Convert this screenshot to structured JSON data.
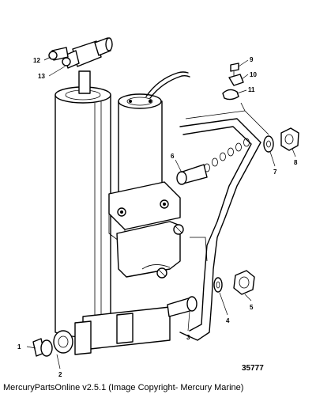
{
  "diagram": {
    "figure_number": "35777",
    "callouts": [
      {
        "id": "1",
        "label": "1"
      },
      {
        "id": "2",
        "label": "2"
      },
      {
        "id": "3",
        "label": "3"
      },
      {
        "id": "4",
        "label": "4"
      },
      {
        "id": "5",
        "label": "5"
      },
      {
        "id": "6",
        "label": "6"
      },
      {
        "id": "7",
        "label": "7"
      },
      {
        "id": "8",
        "label": "8"
      },
      {
        "id": "9",
        "label": "9"
      },
      {
        "id": "10",
        "label": "10"
      },
      {
        "id": "11",
        "label": "11"
      },
      {
        "id": "12",
        "label": "12"
      },
      {
        "id": "13",
        "label": "13"
      }
    ]
  },
  "footer": {
    "text": "MercuryPartsOnline v2.5.1 (Image Copyright- Mercury Marine)"
  }
}
